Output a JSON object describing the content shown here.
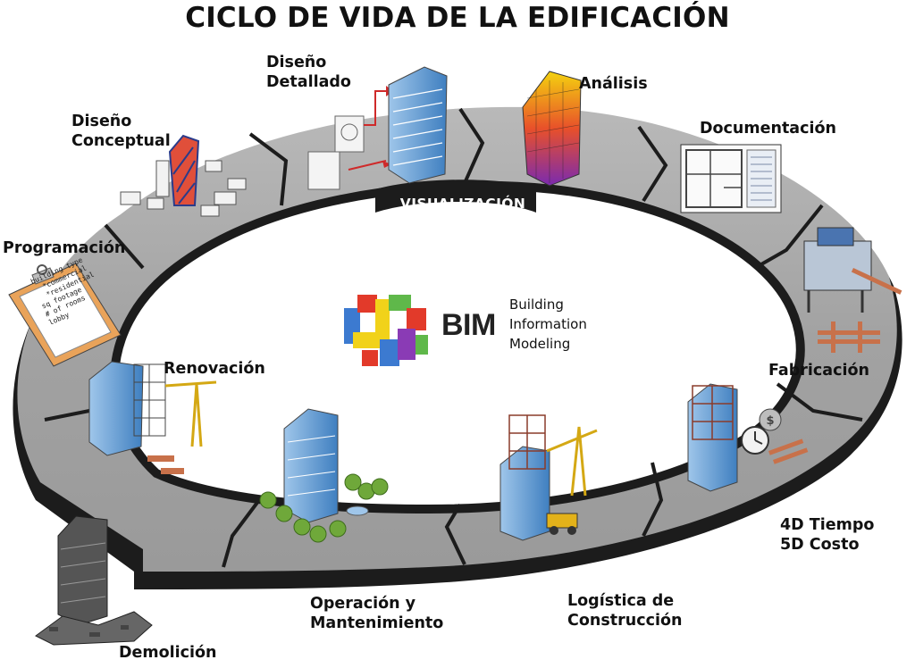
{
  "title": "CICLO DE VIDA DE LA EDIFICACIÓN",
  "ring_label": "VISUALIZACIÓN",
  "center": {
    "logo_word": "BIM",
    "logo_caption": "Building\nInformation\nModeling"
  },
  "stages": {
    "diseno_conceptual": "Diseño\nConceptual",
    "diseno_detallado": "Diseño\nDetallado",
    "analisis": "Análisis",
    "documentacion": "Documentación",
    "programacion": "Programación",
    "renovacion": "Renovación",
    "fabricacion": "Fabricación",
    "tiempo_costo": "4D Tiempo\n5D Costo",
    "logistica": "Logística de\nConstrucción",
    "operacion": "Operación y\nMantenimiento",
    "demolicion": "Demolición"
  },
  "clipboard": {
    "items": [
      "building type",
      "*commercial",
      "*residential",
      "sq footage",
      "# of rooms",
      "lobby"
    ]
  },
  "colors": {
    "ring_top": "#a7a7a7",
    "ring_dark": "#1c1c1c",
    "clipboard": "#e9a35a",
    "building_glass": "#6ea6d8",
    "analysis_hot": "#e8502a"
  }
}
